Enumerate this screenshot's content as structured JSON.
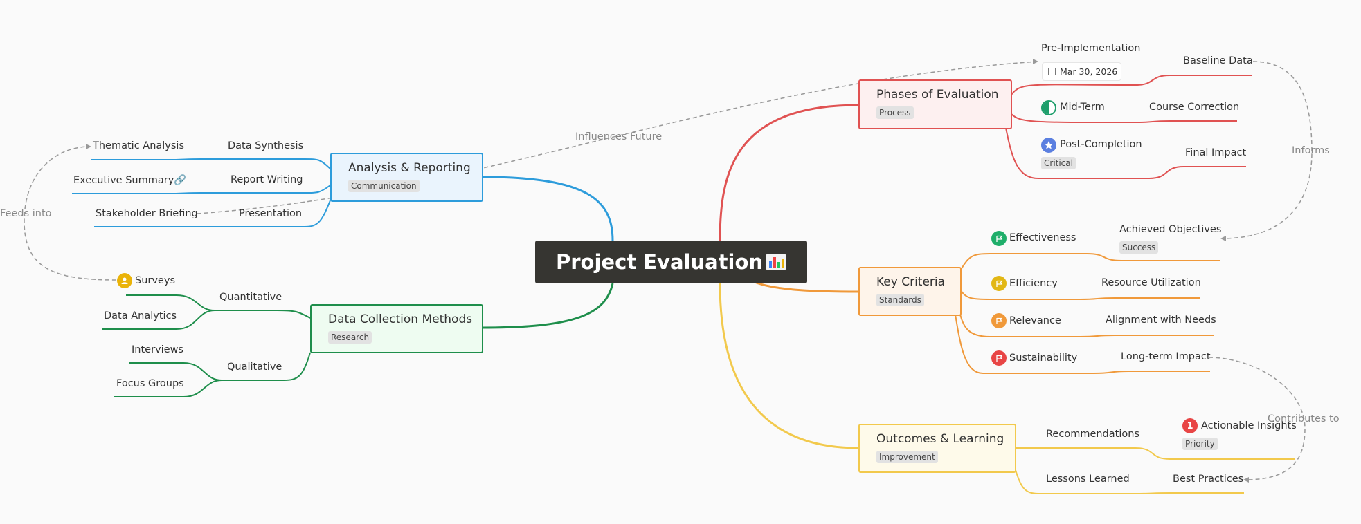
{
  "root": {
    "title": "Project Evaluation",
    "icon": "chart-icon"
  },
  "analysis": {
    "title": "Analysis & Reporting",
    "tag": "Communication",
    "color": "#2d9cdb",
    "data_synthesis": "Data Synthesis",
    "thematic": "Thematic Analysis",
    "report_writing": "Report Writing",
    "exec_summary": "Executive Summary",
    "presentation": "Presentation",
    "briefing": "Stakeholder Briefing"
  },
  "collection": {
    "title": "Data Collection Methods",
    "tag": "Research",
    "color": "#1e8e4b",
    "quantitative": "Quantitative",
    "surveys": "Surveys",
    "analytics": "Data Analytics",
    "qualitative": "Qualitative",
    "interviews": "Interviews",
    "focus_groups": "Focus Groups"
  },
  "phases": {
    "title": "Phases of Evaluation",
    "tag": "Process",
    "color": "#e05252",
    "pre": "Pre-Implementation",
    "date": "Mar 30, 2026",
    "baseline": "Baseline Data",
    "mid": "Mid-Term",
    "course": "Course Correction",
    "post": "Post-Completion",
    "post_tag": "Critical",
    "final": "Final Impact"
  },
  "criteria": {
    "title": "Key Criteria",
    "tag": "Standards",
    "color": "#f0993a",
    "effectiveness": "Effectiveness",
    "objectives": "Achieved Objectives",
    "objectives_tag": "Success",
    "efficiency": "Efficiency",
    "resource": "Resource Utilization",
    "relevance": "Relevance",
    "alignment": "Alignment with Needs",
    "sustainability": "Sustainability",
    "longterm": "Long-term Impact"
  },
  "outcomes": {
    "title": "Outcomes & Learning",
    "tag": "Improvement",
    "color": "#f2c94c",
    "recommendations": "Recommendations",
    "insights": "Actionable Insights",
    "insights_tag": "Priority",
    "insights_badge": "1",
    "lessons": "Lessons Learned",
    "practices": "Best Practices"
  },
  "relations": {
    "feeds_into": "Feeds into",
    "influences": "Influences Future",
    "informs": "Informs",
    "contributes": "Contributes to"
  }
}
